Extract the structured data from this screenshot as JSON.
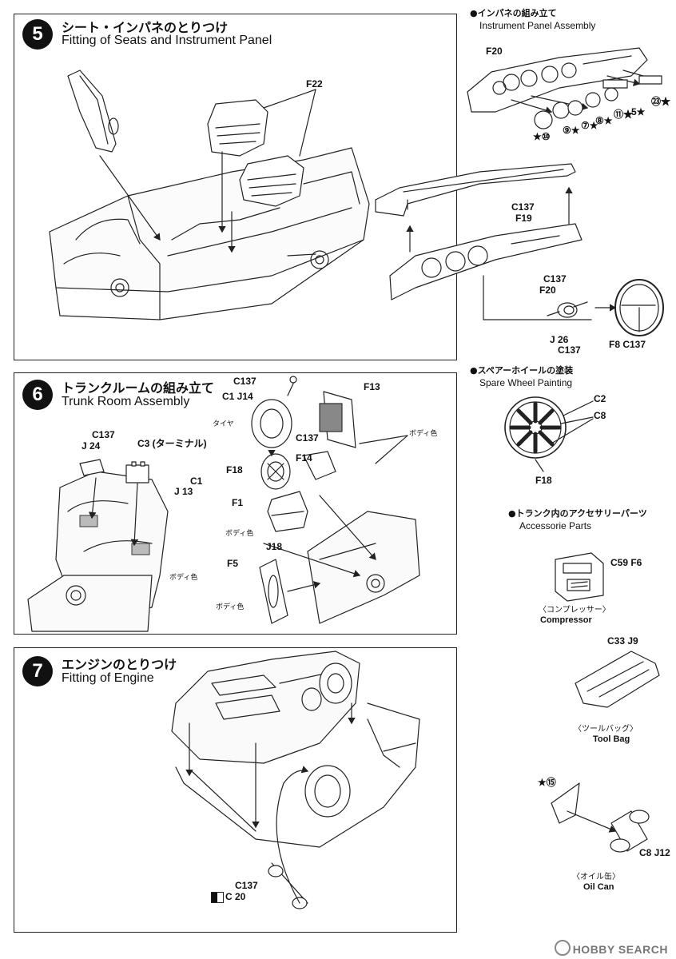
{
  "steps": [
    {
      "number": "5",
      "title_jp": "シート・インパネのとりつけ",
      "title_en": "Fitting of Seats and Instrument Panel"
    },
    {
      "number": "6",
      "title_jp": "トランクルームの組み立て",
      "title_en": "Trunk Room Assembly"
    },
    {
      "number": "7",
      "title_jp": "エンジンのとりつけ",
      "title_en": "Fitting of Engine"
    }
  ],
  "step5_labels": {
    "f22": "F22",
    "c137_f19": "C137",
    "f19": "F19",
    "c137_f20": "C137",
    "f20": "F20",
    "j26": "J 26",
    "c137_j26": "C137",
    "f8c137": "F8 C137"
  },
  "step6_labels": {
    "c137_top": "C137",
    "c1_j14": "C1 J14",
    "f13": "F13",
    "tire": "タイヤ",
    "c137_f13": "C137",
    "body_color_1": "ボディ色",
    "f14": "F14",
    "f18": "F18",
    "f1": "F1",
    "body_color_2": "ボディ色",
    "j18": "J18",
    "f5": "F5",
    "body_color_3": "ボディ色",
    "c137_j24": "C137",
    "j24": "J 24",
    "c3_terminal": "C3 (ターミナル)",
    "c1_j13": "C1",
    "j13": "J 13",
    "body_color_4": "ボディ色"
  },
  "step7_labels": {
    "c137": "C137",
    "c20": "C 20"
  },
  "instrument_panel": {
    "title_jp": "●インパネの組み立て",
    "title_en": "Instrument Panel Assembly",
    "f20": "F20",
    "decals": [
      "★⑩",
      "⑨★",
      "⑦★",
      "⑧★",
      "⑪★",
      "5★",
      "㉓★"
    ]
  },
  "spare_wheel": {
    "title_jp": "●スペアーホイールの塗装",
    "title_en": "Spare Wheel Painting",
    "c2": "C2",
    "c8": "C8",
    "f18": "F18"
  },
  "accessories": {
    "title_jp": "●トランク内のアクセサリーパーツ",
    "title_en": "Accessorie Parts",
    "compressor_parts": "C59 F6",
    "compressor_jp": "〈コンプレッサー〉",
    "compressor_en": "Compressor",
    "toolbag_parts": "C33 J9",
    "toolbag_jp": "〈ツールバッグ〉",
    "toolbag_en": "Tool Bag",
    "oilcan_star": "★⑮",
    "oilcan_parts": "C8 J12",
    "oilcan_jp": "〈オイル缶〉",
    "oilcan_en": "Oil Can"
  },
  "watermark": "HOBBY SEARCH"
}
